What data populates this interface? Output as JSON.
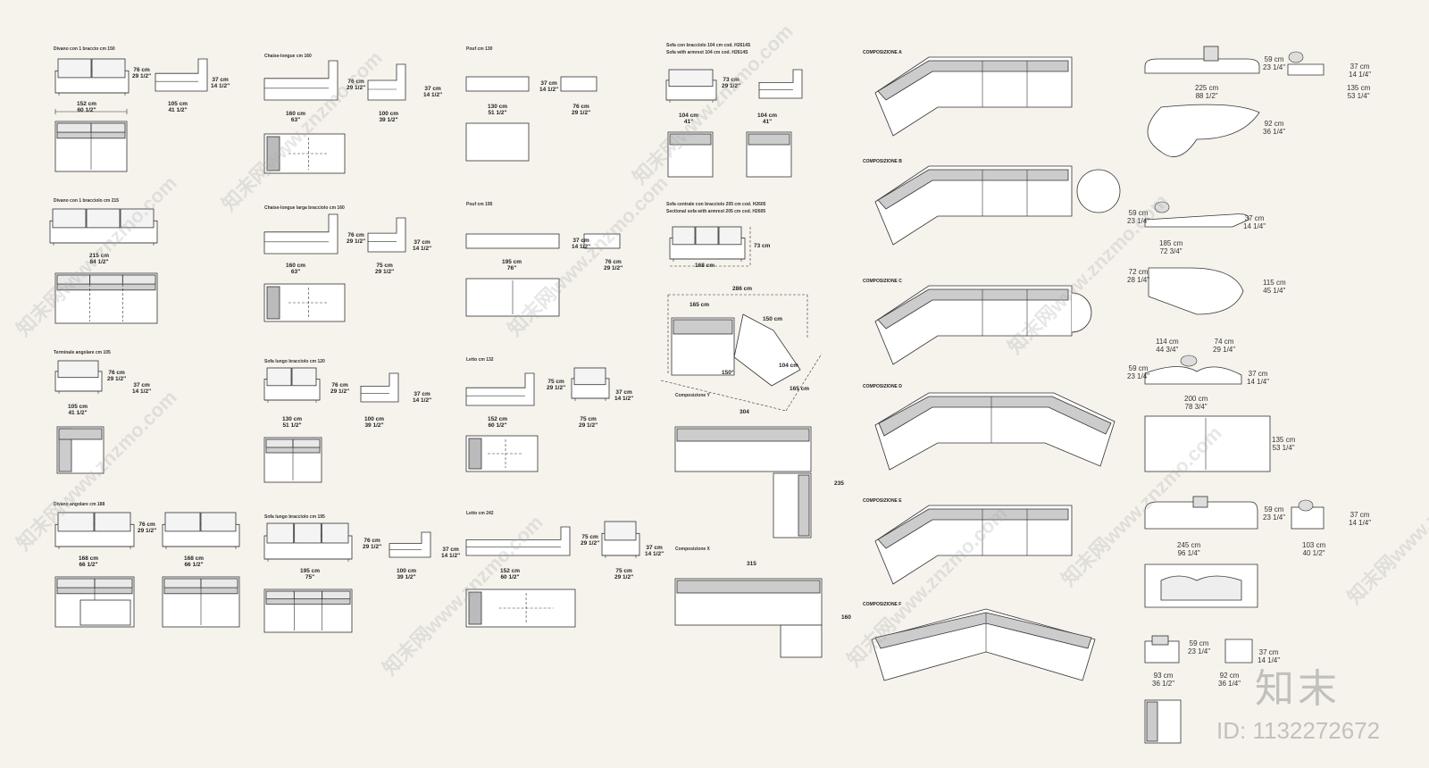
{
  "titles": {
    "c1r1": "Divano con 1 braccio cm 150",
    "c1r2": "Divano con 1 bracciolo cm 215",
    "c1r3": "Terminale angolare cm 105",
    "c1r4": "Divano angolare cm 188",
    "c2r1": "Chaise-longue cm 160",
    "c2r2": "Chaise-longue larga bracciolo cm 160",
    "c2r3": "Sofa lungo bracciolo cm 120",
    "c2r4": "Sofa lungo bracciolo cm 195",
    "c3r1": "Pouf cm 130",
    "c3r2": "Pouf cm 195",
    "c3r3": "Letto cm 132",
    "c3r4": "Letto cm 242",
    "c4r1a": "Sofa con bracciolo 104 cm cod. H2614S",
    "c4r1b": "Sofa with armrest 104 cm cod. H2614S",
    "c4r2a": "Sofa centrale con bracciolo 205 cm cod. H2605",
    "c4r2b": "Sectional sofa with armrest 205 cm cod. H2605",
    "c4r4": "Composizione Y",
    "c4r5": "Composizione X"
  },
  "compositions": [
    "COMPOSIZIONE A",
    "COMPOSIZIONE B",
    "COMPOSIZIONE C",
    "COMPOSIZIONE D",
    "COMPOSIZIONE E",
    "COMPOSIZIONE F"
  ],
  "dims": {
    "d76_29": [
      "76 cm",
      "29 1/2\""
    ],
    "d37_14": [
      "37 cm",
      "14 1/2\""
    ],
    "d73_29": [
      "73 cm",
      "29 1/2\""
    ],
    "d75_29": [
      "75 cm",
      "29 1/2\""
    ],
    "c1r1a": [
      "152 cm",
      "60 1/2\""
    ],
    "c1r1b": [
      "105 cm",
      "41 1/2\""
    ],
    "c1r2a": [
      "215 cm",
      "84 1/2\""
    ],
    "c1r3a": [
      "105 cm",
      "41 1/2\""
    ],
    "c1r4a": [
      "168 cm",
      "66 1/2\""
    ],
    "c1r4b": [
      "168 cm",
      "66 1/2\""
    ],
    "c2r1a": [
      "160 cm",
      "63\""
    ],
    "c2r1b": [
      "100 cm",
      "39 1/2\""
    ],
    "c2r2a": [
      "160 cm",
      "63\""
    ],
    "c2r2b": [
      "75 cm",
      "29 1/2\""
    ],
    "c2r3a": [
      "130 cm",
      "51 1/2\""
    ],
    "c2r3b": [
      "100 cm",
      "39 1/2\""
    ],
    "c2r4a": [
      "195 cm",
      "75\""
    ],
    "c2r4b": [
      "100 cm",
      "39 1/2\""
    ],
    "c3r1a": [
      "130 cm",
      "51 1/2\""
    ],
    "c3r1b": [
      "76 cm",
      "29 1/2\""
    ],
    "c3r2a": [
      "195 cm",
      "76\""
    ],
    "c3r2b": [
      "76 cm",
      "29 1/2\""
    ],
    "c3r3a": [
      "152 cm",
      "60 1/2\""
    ],
    "c3r3b": [
      "75 cm",
      "29 1/2\""
    ],
    "c3r4a": [
      "152 cm",
      "60 1/2\""
    ],
    "c3r4b": [
      "75 cm",
      "29 1/2\""
    ],
    "c4r1a": [
      "104 cm",
      "41\""
    ],
    "c4r1b": [
      "104 cm",
      "41\""
    ],
    "c4r2w": [
      "168 cm"
    ],
    "c4r2h": [
      "73 cm"
    ],
    "c4r3top": [
      "286 cm"
    ],
    "c4r3a": [
      "165 cm"
    ],
    "c4r3b": [
      "150 cm"
    ],
    "c4r3c": [
      "150°"
    ],
    "c4r3d": [
      "104 cm"
    ],
    "c4r3e": [
      "165 cm"
    ],
    "c4r4w": [
      "304"
    ],
    "c4r4h": [
      "235"
    ],
    "c4r5w": [
      "315"
    ],
    "c4r5h": [
      "160"
    ]
  },
  "right_dims": {
    "r1h": [
      "59 cm",
      "23 1/4\""
    ],
    "r1b": [
      "37 cm",
      "14 1/4\""
    ],
    "r1w": [
      "225 cm",
      "88 1/2\""
    ],
    "r1w2": [
      "135 cm",
      "53 1/4\""
    ],
    "r1d": [
      "92 cm",
      "36 1/4\""
    ],
    "r2h": [
      "59 cm",
      "23 1/4\""
    ],
    "r2b": [
      "37 cm",
      "14 1/4\""
    ],
    "r2w": [
      "185 cm",
      "72 3/4\""
    ],
    "r2d": [
      "72 cm",
      "28 1/4\""
    ],
    "r2d2": [
      "115 cm",
      "45 1/4\""
    ],
    "r3a": [
      "114 cm",
      "44 3/4\""
    ],
    "r3b": [
      "74 cm",
      "29 1/4\""
    ],
    "r3h": [
      "59 cm",
      "23 1/4\""
    ],
    "r3s": [
      "37 cm",
      "14 1/4\""
    ],
    "r3w": [
      "200 cm",
      "78 3/4\""
    ],
    "r3d": [
      "135 cm",
      "53 1/4\""
    ],
    "r4h": [
      "59 cm",
      "23 1/4\""
    ],
    "r4s": [
      "37 cm",
      "14 1/4\""
    ],
    "r4w": [
      "245 cm",
      "96 1/4\""
    ],
    "r4w2": [
      "103 cm",
      "40 1/2\""
    ],
    "r5h": [
      "59 cm",
      "23 1/4\""
    ],
    "r5s": [
      "37 cm",
      "14 1/4\""
    ],
    "r5a": [
      "93 cm",
      "36 1/2\""
    ],
    "r5b": [
      "92 cm",
      "36 1/4\""
    ]
  },
  "brand": "知末",
  "image_id": "ID: 1132272672",
  "watermark": "知末网www.znzmo.com"
}
